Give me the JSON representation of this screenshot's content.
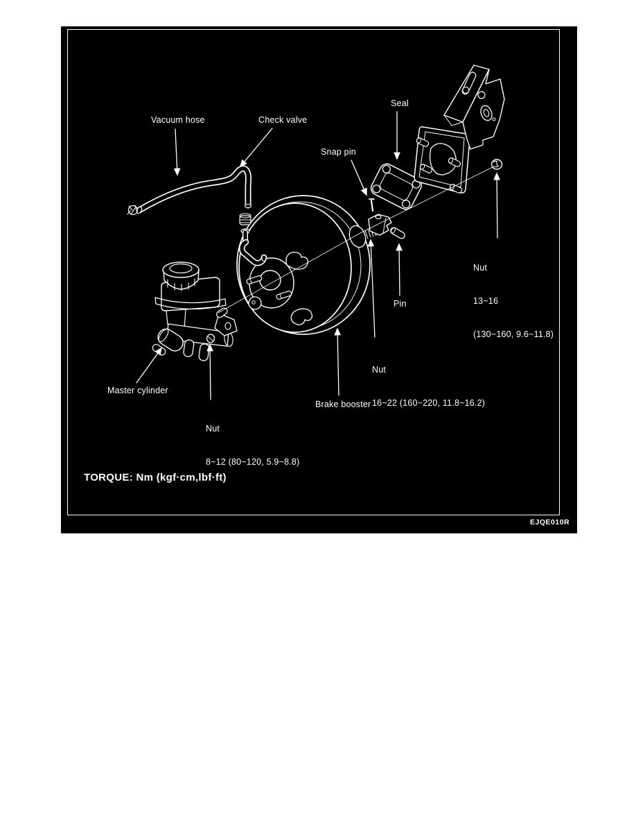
{
  "figure": {
    "colors": {
      "page_background": "#ffffff",
      "figure_background": "#000000",
      "line": "#ffffff"
    },
    "torque_note": "TORQUE: Nm (kgf·cm,lbf·ft)",
    "code": "EJQE010R",
    "callouts": {
      "vacuum_hose": "Vacuum hose",
      "check_valve": "Check valve",
      "seal": "Seal",
      "snap_pin": "Snap pin",
      "pin": "Pin",
      "master_cylinder": "Master cylinder",
      "brake_booster": "Brake booster",
      "nut_bracket": {
        "name": "Nut",
        "torque": "13~16",
        "detail": "(130~160, 9.6~11.8)"
      },
      "nut_pushrod": {
        "name": "Nut",
        "detail": "16~22 (160~220, 11.8~16.2)"
      },
      "nut_master_cylinder": {
        "name": "Nut",
        "detail": "8~12 (80~120, 5.9~8.8)"
      }
    }
  }
}
